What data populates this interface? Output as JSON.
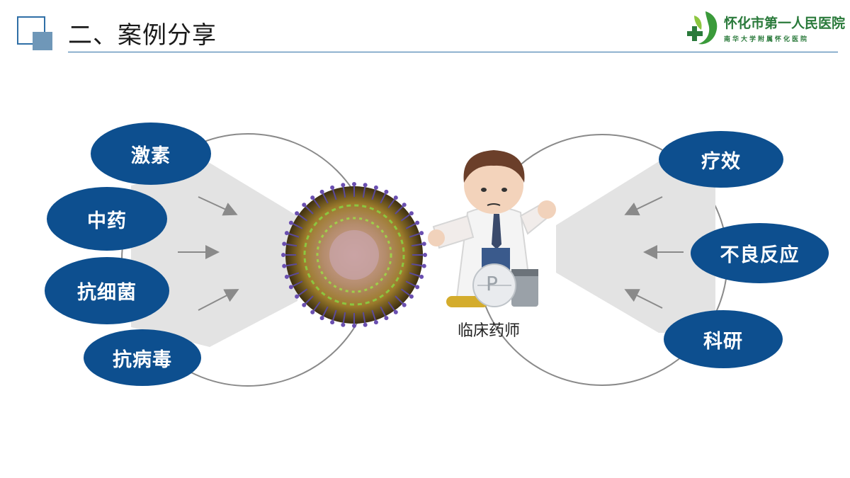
{
  "header": {
    "title": "二、案例分享",
    "logo_name": "怀化市第一人民医院",
    "logo_subtitle": "南华大学附属怀化医院"
  },
  "left_cluster": {
    "items": [
      {
        "label": "激素"
      },
      {
        "label": "中药"
      },
      {
        "label": "抗细菌"
      },
      {
        "label": "抗病毒"
      }
    ]
  },
  "right_cluster": {
    "items": [
      {
        "label": "疗效"
      },
      {
        "label": "不良反应"
      },
      {
        "label": "科研"
      }
    ]
  },
  "center": {
    "figure_caption": "临床药师",
    "badge_letter": "P"
  },
  "colors": {
    "pill": "#0d4f8f",
    "accent": "#2f6fa6",
    "logo_green": "#2a7a3b",
    "circle_stroke": "#8a8a8a",
    "cone_fill": "#e3e3e3",
    "arrow": "#8a8a8a"
  },
  "icons": [
    "virus-illustration",
    "pharmacist-illustration",
    "hospital-logo-icon"
  ]
}
